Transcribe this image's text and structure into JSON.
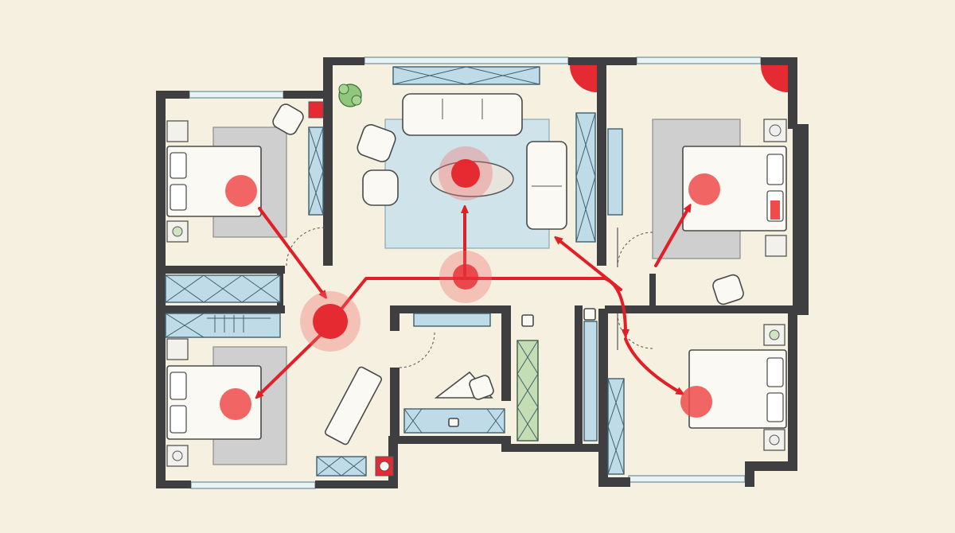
{
  "diagram": {
    "kind": "floor-plan",
    "rooms": [
      "bedroom-top-left",
      "bedroom-bottom-left",
      "living-room",
      "study",
      "bedroom-top-right",
      "bedroom-bottom-right",
      "hallway"
    ],
    "colors": {
      "route": "#e21e26",
      "hotspot": "#e62a32",
      "wall": "#3f3f41",
      "paper": "#f6f0e1",
      "rug_blue": "#cfe3ea",
      "rug_grey": "#cfcfcf",
      "closet_blue": "#bfdbe8",
      "closet_green": "#c4ddb4"
    },
    "icons": [
      "plant-icon",
      "arrow-icon",
      "hotspot-icon",
      "door-swing-icon"
    ]
  }
}
